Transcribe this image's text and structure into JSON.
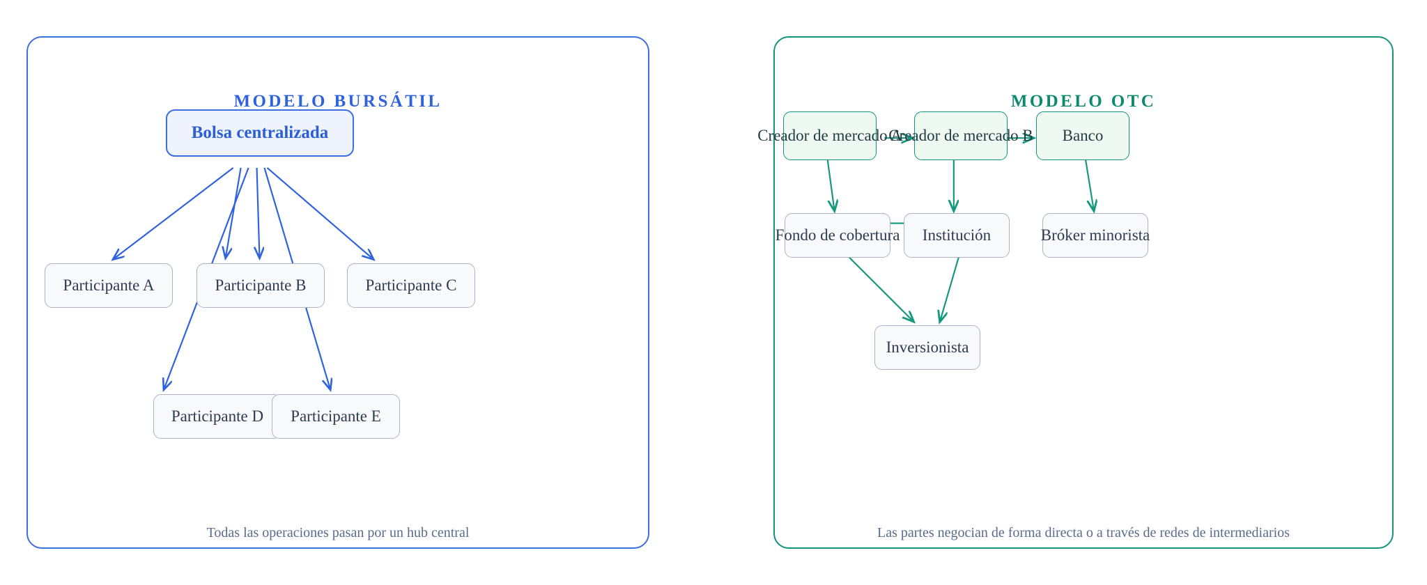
{
  "exchange": {
    "title": "MODELO BURSÁTIL",
    "accent": "#2f62dd",
    "footer": "Todas las operaciones pasan por un hub central",
    "hub": {
      "label": "Bolsa centralizada"
    },
    "nodes": [
      {
        "label": "Participante A"
      },
      {
        "label": "Participante B"
      },
      {
        "label": "Participante C"
      },
      {
        "label": "Participante D"
      },
      {
        "label": "Participante E"
      }
    ]
  },
  "otc": {
    "title": "MODELO OTC",
    "accent": "#0d8a6e",
    "footer": "Las partes negocian de forma directa o a través de redes de intermediarios",
    "nodes": [
      {
        "label": "Creador de mercado A"
      },
      {
        "label": "Creador de mercado B"
      },
      {
        "label": "Banco"
      },
      {
        "label": "Fondo de cobertura"
      },
      {
        "label": "Institución"
      },
      {
        "label": "Bróker minorista"
      },
      {
        "label": "Inversionista"
      }
    ]
  }
}
